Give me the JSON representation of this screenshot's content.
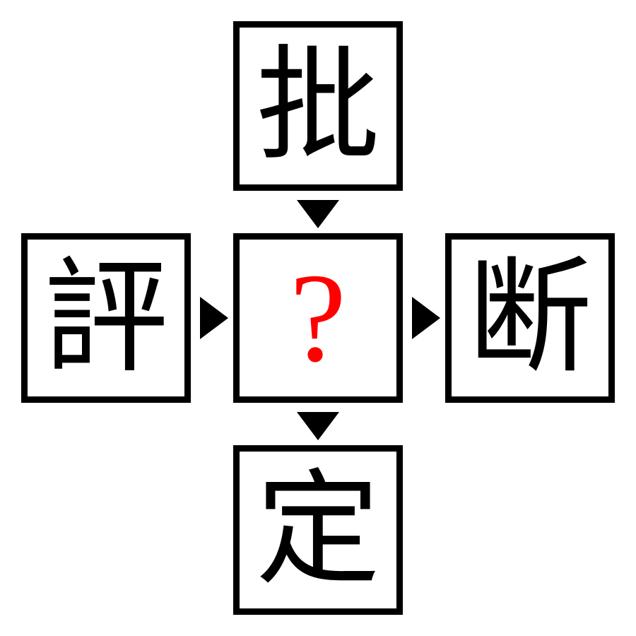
{
  "puzzle": {
    "top": "批",
    "left": "評",
    "center": "?",
    "right": "断",
    "bottom": "定"
  },
  "colors": {
    "border": "#000000",
    "text": "#000000",
    "question": "#ff0000",
    "background": "#ffffff"
  }
}
